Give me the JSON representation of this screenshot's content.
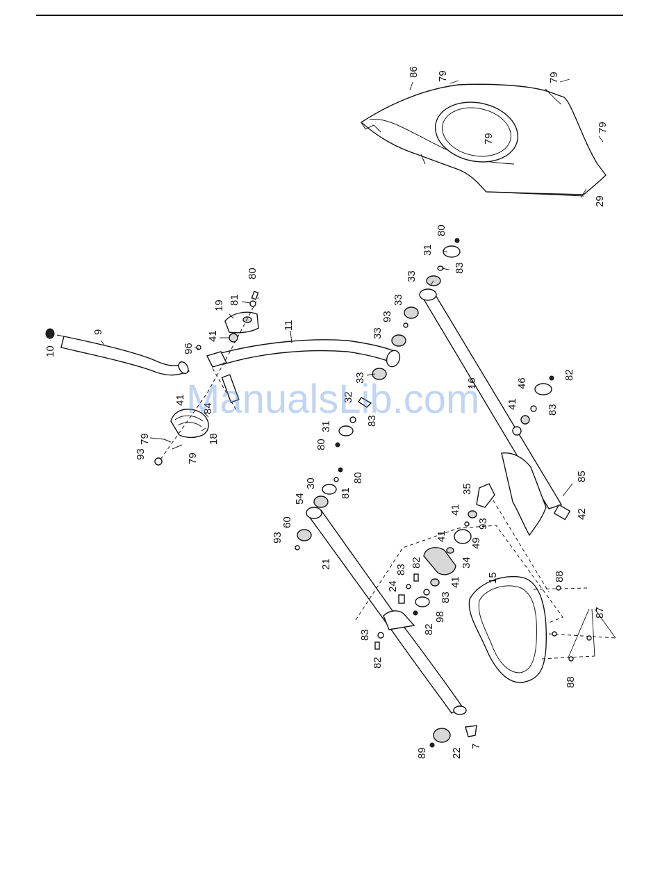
{
  "watermark": "ManualsLib.com",
  "part_labels": {
    "p10": "10",
    "p9": "9",
    "p96": "96",
    "p41a": "41",
    "p19": "19",
    "p81a": "81",
    "p80a": "80",
    "p11": "11",
    "p41b": "41",
    "p84": "84",
    "p79a": "79",
    "p93a": "93",
    "p79b": "79",
    "p18": "18",
    "p33a": "33",
    "p32": "32",
    "p31a": "31",
    "p83a": "83",
    "p80b": "80",
    "p33b": "33",
    "p93b": "93",
    "p33c": "33",
    "p33d": "33",
    "p31b": "31",
    "p80c": "80",
    "p83b": "83",
    "p16": "16",
    "p46": "46",
    "p82a": "82",
    "p41c": "41",
    "p83c": "83",
    "p85": "85",
    "p42": "42",
    "p35": "35",
    "p41d": "41",
    "p93c": "93",
    "p41e": "41",
    "p49": "49",
    "p34": "34",
    "p83d": "83",
    "p82b": "82",
    "p41f": "41",
    "p83e": "83",
    "p24": "24",
    "p98": "98",
    "p82c": "82",
    "p21": "21",
    "p60": "60",
    "p93d": "93",
    "p54": "54",
    "p30": "30",
    "p81b": "81",
    "p80d": "80",
    "p83f": "83",
    "p82d": "82",
    "p15": "15",
    "p88a": "88",
    "p87": "87",
    "p88b": "88",
    "p89": "89",
    "p22": "22",
    "p7": "7",
    "p86": "86",
    "p79c": "79",
    "p79d": "79",
    "p79e": "79",
    "p79f": "79",
    "p29": "29"
  }
}
